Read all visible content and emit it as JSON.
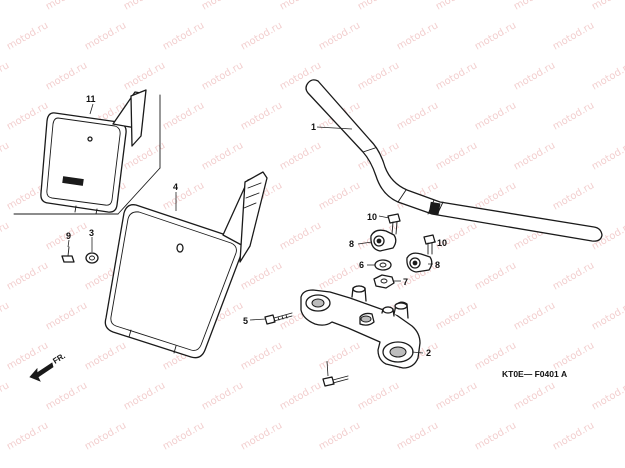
{
  "watermark": "motod.ru",
  "diagram_code": "KT0E— F0401",
  "code_suffix": "A",
  "direction_label": "FR.",
  "parts": [
    {
      "id": "part-1",
      "number": "1",
      "name": "handlebar"
    },
    {
      "id": "part-2",
      "number": "2",
      "name": "top-bridge"
    },
    {
      "id": "part-3",
      "number": "3",
      "name": "collar"
    },
    {
      "id": "part-4",
      "number": "4",
      "name": "number-plate"
    },
    {
      "id": "part-5",
      "number": "5",
      "name": "bolt"
    },
    {
      "id": "part-6",
      "number": "6",
      "name": "washer"
    },
    {
      "id": "part-7",
      "number": "7",
      "name": "nut"
    },
    {
      "id": "part-8",
      "number": "8",
      "name": "handlebar-holder"
    },
    {
      "id": "part-9",
      "number": "9",
      "name": "bolt"
    },
    {
      "id": "part-10",
      "number": "10",
      "name": "bolt"
    },
    {
      "id": "part-11",
      "number": "11",
      "name": "number-plate-variant"
    }
  ],
  "colors": {
    "line": "#1a1a1a",
    "background": "#ffffff",
    "watermark": "#e9a7a7"
  }
}
